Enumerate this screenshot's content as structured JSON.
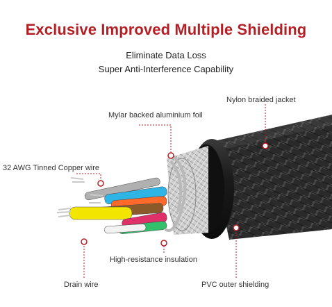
{
  "header": {
    "title": "Exclusive Improved Multiple Shielding",
    "subtitle_line1": "Eliminate Data Loss",
    "subtitle_line2": "Super Anti-Interference Capability"
  },
  "labels": {
    "nylon": "Nylon braided jacket",
    "mylar": "Mylar backed aluminium foil",
    "awg": "32 AWG Tinned Copper wire",
    "insulation": "High-resistance insulation",
    "drain": "Drain wire",
    "pvc": "PVC outer shielding"
  },
  "colors": {
    "accent": "#b31f24",
    "leader": "#b31f24",
    "jacket": "#1c1c1c"
  },
  "wire_colors": [
    "#f2e600",
    "#ff6a2a",
    "#e0306a",
    "#2fb4e6",
    "#34c06a",
    "#8b5a2b",
    "#f2f2f2",
    "#555555"
  ]
}
